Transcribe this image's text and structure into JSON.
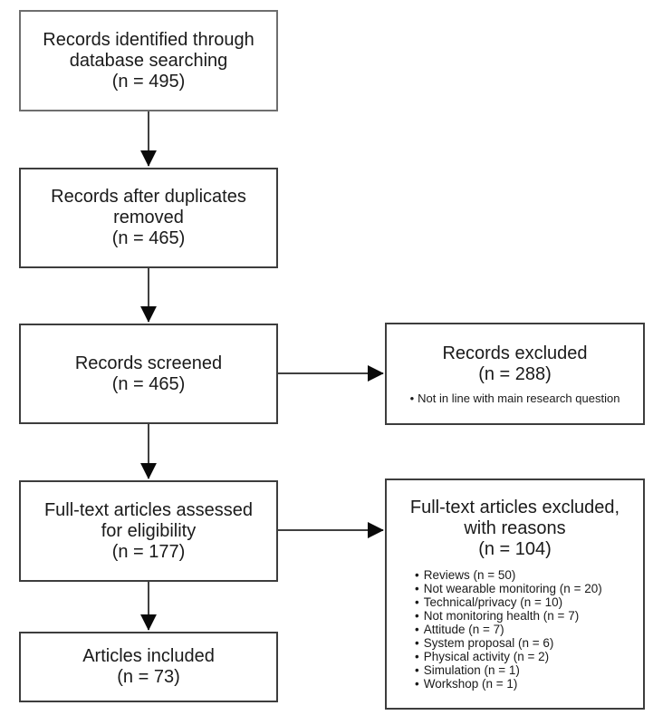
{
  "bullet_char": "•",
  "colors": {
    "border": "#3d3d3d",
    "border_light": "#6e6e6e",
    "arrow": "#404040",
    "arrowhead": "#0a0a0a",
    "background": "#ffffff",
    "text": "#1a1a1a"
  },
  "boxes": {
    "identified": {
      "line1": "Records identified through",
      "line2": "database searching",
      "count": "(n = 495)"
    },
    "duplicates_removed": {
      "line1": "Records after duplicates",
      "line2": "removed",
      "count": "(n = 465)"
    },
    "screened": {
      "line1": "Records screened",
      "count": "(n = 465)"
    },
    "fulltext_assessed": {
      "line1": "Full-text articles assessed",
      "line2": "for eligibility",
      "count": "(n = 177)"
    },
    "included": {
      "line1": "Articles included",
      "count": "(n = 73)"
    },
    "records_excluded": {
      "line1": "Records excluded",
      "count": "(n = 288)",
      "reasons": [
        "Not in line with main research question"
      ]
    },
    "fulltext_excluded": {
      "line1": "Full-text articles excluded,",
      "line2": "with reasons",
      "count": "(n = 104)",
      "reasons": [
        "Reviews  (n = 50)",
        "Not wearable monitoring (n = 20)",
        "Technical/privacy (n = 10)",
        "Not monitoring health (n = 7)",
        "Attitude (n = 7)",
        "System proposal (n = 6)",
        "Physical activity (n = 2)",
        "Simulation (n = 1)",
        "Workshop (n = 1)"
      ]
    }
  }
}
